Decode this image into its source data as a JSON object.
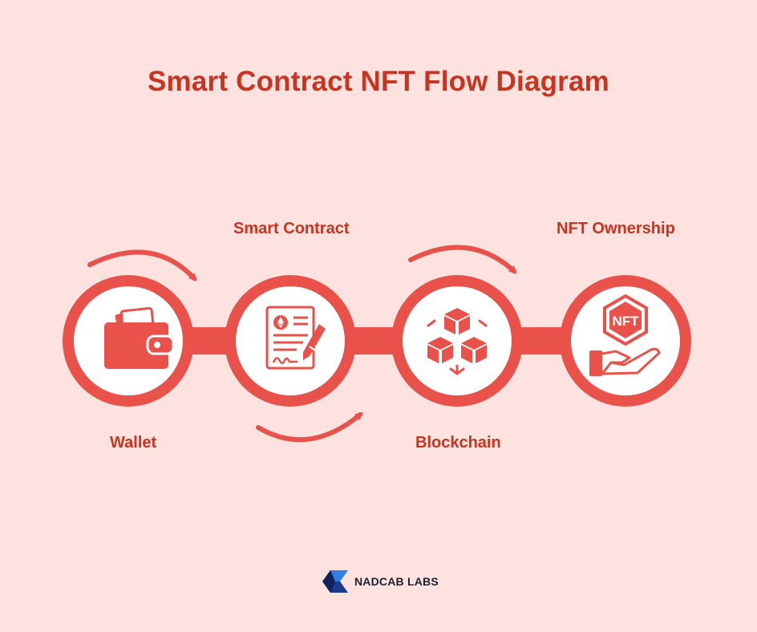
{
  "title": "Smart Contract NFT Flow Diagram",
  "steps": [
    {
      "label": "Wallet",
      "icon": "wallet-icon"
    },
    {
      "label": "Smart Contract",
      "icon": "contract-icon"
    },
    {
      "label": "Blockchain",
      "icon": "blockchain-icon"
    },
    {
      "label": "NFT Ownership",
      "icon": "nft-hand-icon"
    }
  ],
  "nft_badge_text": "NFT",
  "logo": {
    "text": "NADCAB LABS",
    "icon": "nadcab-logo-icon"
  },
  "colors": {
    "background": "#fde2e0",
    "accent": "#e8524a",
    "title": "#c8341f",
    "white": "#ffffff"
  }
}
